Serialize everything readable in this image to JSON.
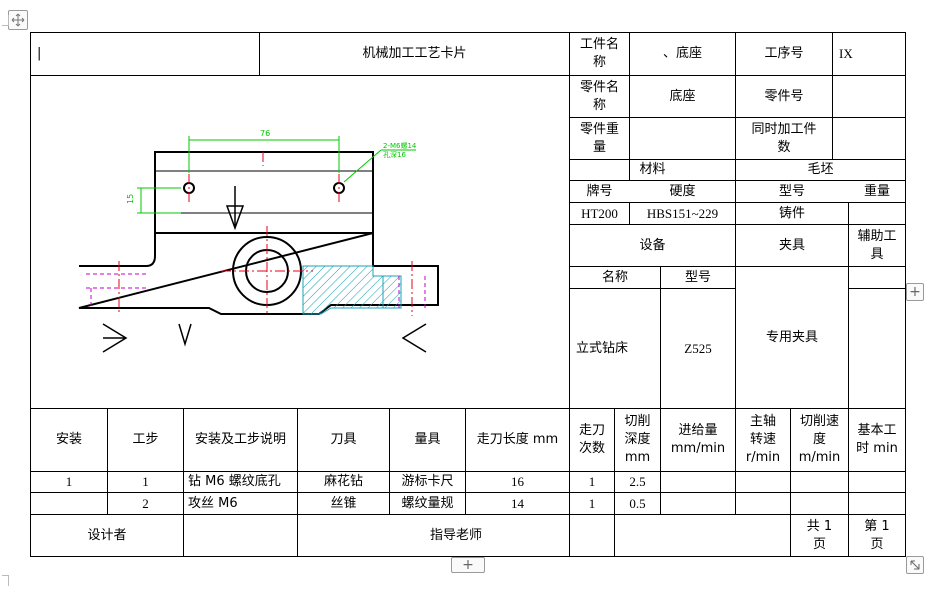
{
  "title_row": {
    "cursor_mark": "|",
    "card_title": "机械加工工艺卡片",
    "part_name_label": "工件名\n称",
    "part_name_value": "、底座",
    "process_no_label": "工序号",
    "process_no_value": "IX"
  },
  "info": {
    "component_name_label": "零件名\n称",
    "component_name_value": "底座",
    "component_no_label": "零件号",
    "component_weight_label": "零件重\n量",
    "simultaneous_label": "同时加工件\n数",
    "material_label": "材料",
    "blank_label": "毛坯",
    "grade_label": "牌号",
    "hardness_label": "硬度",
    "type_label": "型号",
    "weight_label": "重量",
    "grade_value": "HT200",
    "hardness_value": "HBS151~229",
    "blank_type_value": "铸件",
    "equipment_label": "设备",
    "fixture_label": "夹具",
    "aux_tool_label": "辅助工\n具",
    "equip_name_label": "名称",
    "equip_model_label": "型号",
    "equip_name_value": "立式钻床",
    "equip_model_value": "Z525",
    "fixture_value": "专用夹具"
  },
  "drawing": {
    "dim_top": "76",
    "dim_side": "15",
    "annotation_line1": "2-M6螺14",
    "annotation_line2": "孔深16"
  },
  "steps_table": {
    "headers": [
      "安装",
      "工步",
      "安装及工步说明",
      "刀具",
      "量具",
      "走刀长度 mm",
      "走刀\n次数",
      "切削\n深度\nmm",
      "进给量\nmm/min",
      "主轴\n转速\nr/min",
      "切削速\n度\nm/min",
      "基本工\n时 min"
    ],
    "rows": [
      [
        "1",
        "1",
        "钻 M6 螺纹底孔",
        "麻花钻",
        "游标卡尺",
        "16",
        "1",
        "2.5",
        "",
        "",
        "",
        ""
      ],
      [
        "",
        "2",
        "攻丝 M6",
        "丝锥",
        "螺纹量规",
        "14",
        "1",
        "0.5",
        "",
        "",
        "",
        ""
      ]
    ]
  },
  "footer": {
    "designer_label": "设计者",
    "advisor_label": "指导老师",
    "total_pages": "共  1\n页",
    "page_no": "第  1\n页"
  },
  "editor": {
    "move_icon": "move-icon",
    "add_col": "+",
    "add_row": "+",
    "resize_icon": "resize-icon"
  },
  "colors": {
    "section_hatch": "#1aa3b8",
    "centerline": "#e8001c",
    "hidden": "#c800c8",
    "dimension": "#00c800"
  }
}
